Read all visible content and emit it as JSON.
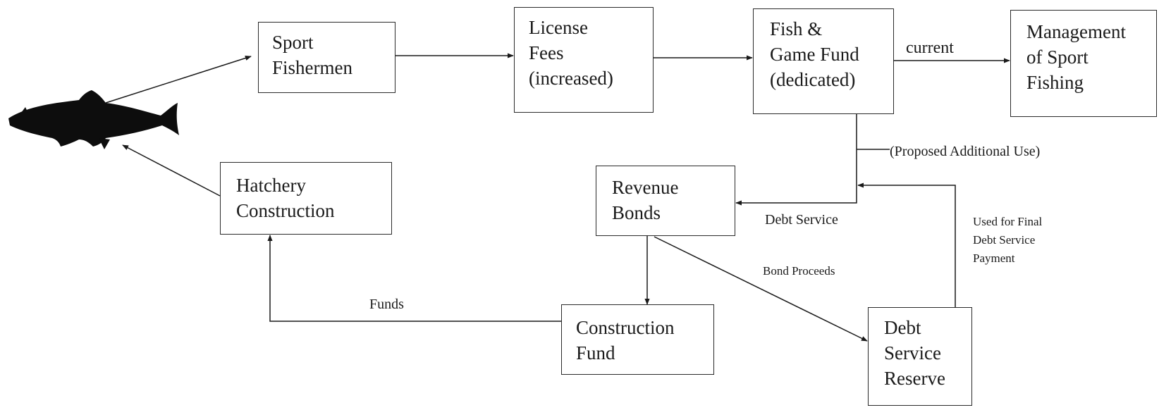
{
  "boxes": {
    "sport_fishermen": "Sport\nFishermen",
    "license_fees": "License\nFees\n(increased)",
    "fish_game_fund": "Fish &\nGame Fund\n(dedicated)",
    "management": "Management\nof Sport\nFishing",
    "hatchery": "Hatchery\nConstruction",
    "revenue_bonds": "Revenue\nBonds",
    "construction_fund": "Construction\nFund",
    "debt_service_reserve": "Debt\nService\nReserve"
  },
  "labels": {
    "current": "current",
    "proposed": "(Proposed Additional Use)",
    "debt_service": "Debt Service",
    "bond_proceeds": "Bond Proceeds",
    "funds": "Funds",
    "final_payment": "Used for Final\nDebt Service\nPayment"
  },
  "icons": {
    "fish": "trout-silhouette-icon"
  }
}
